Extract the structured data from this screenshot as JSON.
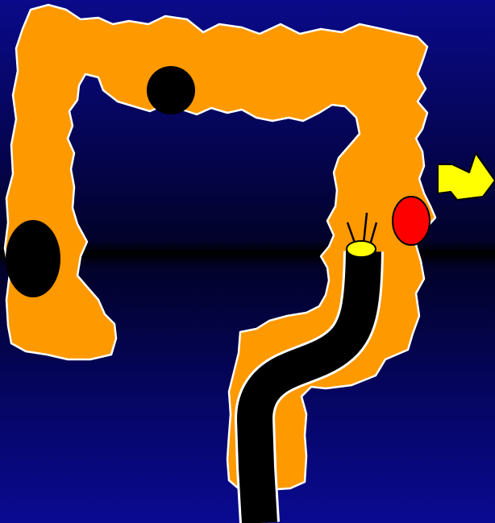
{
  "diagram": {
    "colors": {
      "colon_fill": "#ff9900",
      "outline": "#ffffff",
      "lesion": "#000000",
      "target_lesion": "#ff0000",
      "scope_tip": "#ffff00",
      "arrow": "#ffff00",
      "scope_body": "#000000"
    },
    "elements": {
      "colon": "colon-anatomy",
      "lesions_black": 2,
      "lesion_red": 1,
      "endoscope": "colonoscope-with-snare",
      "arrow_icon": "pointer-arrow-icon"
    }
  }
}
